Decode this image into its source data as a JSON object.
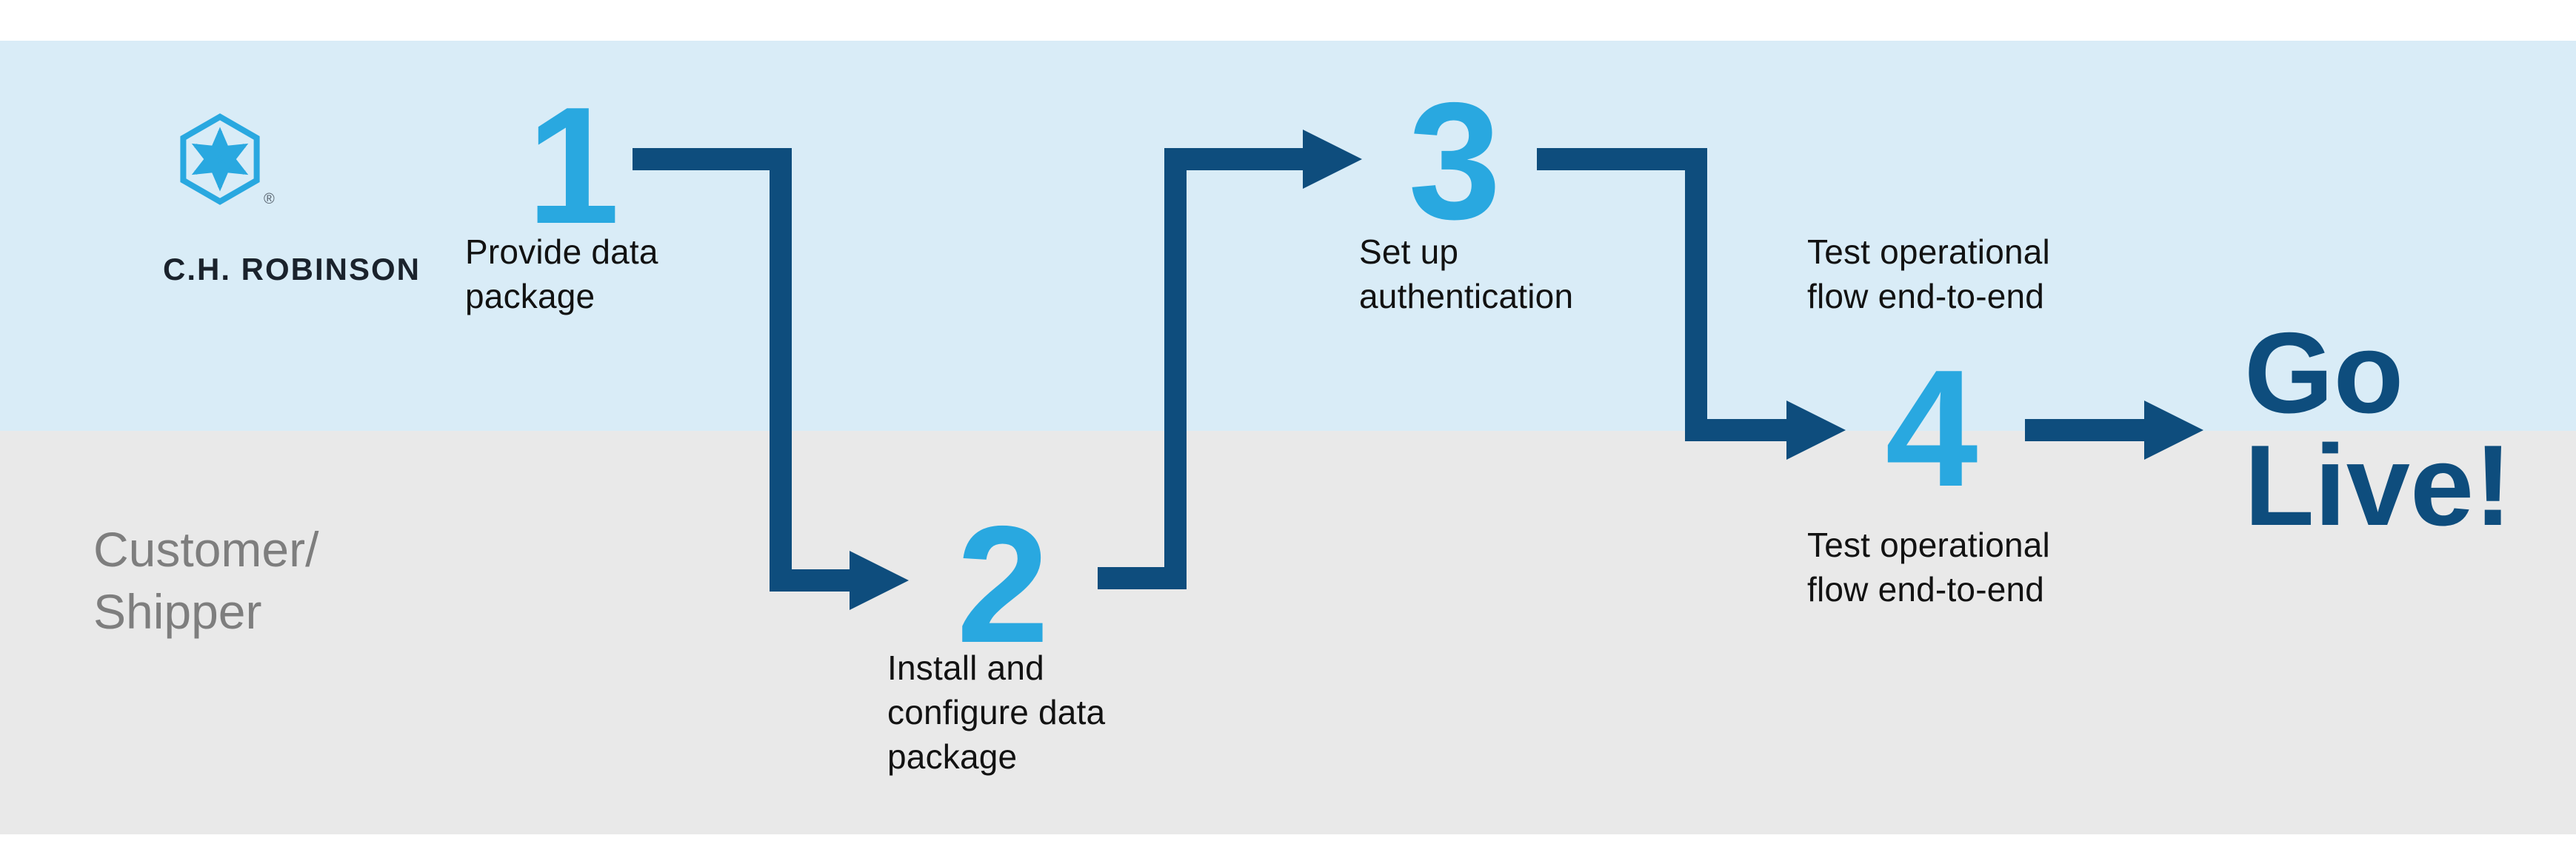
{
  "brand": {
    "name": "C.H. ROBINSON",
    "registered": "®",
    "logo_icon": "hexagon-arrows-logo-icon"
  },
  "lanes": {
    "customer_label": "Customer/\nShipper"
  },
  "steps": [
    {
      "number": "1",
      "label": "Provide data\npackage",
      "lane": "top"
    },
    {
      "number": "2",
      "label": "Install and\nconfigure data\npackage",
      "lane": "bottom"
    },
    {
      "number": "3",
      "label": "Set up\nauthentication",
      "lane": "top"
    },
    {
      "number": "4",
      "label_top": "Test operational\nflow end-to-end",
      "label_bottom": "Test operational\nflow end-to-end",
      "lane": "middle"
    }
  ],
  "go_live": {
    "label": "Go\nLive!"
  },
  "colors": {
    "accent_cyan": "#29A8E0",
    "arrow_navy": "#0E4D7D",
    "lane_top_bg": "#D9ECF7",
    "lane_bottom_bg": "#E9E9E9",
    "customer_text_gray": "#7E7E7E",
    "brand_text": "#1A222C"
  }
}
